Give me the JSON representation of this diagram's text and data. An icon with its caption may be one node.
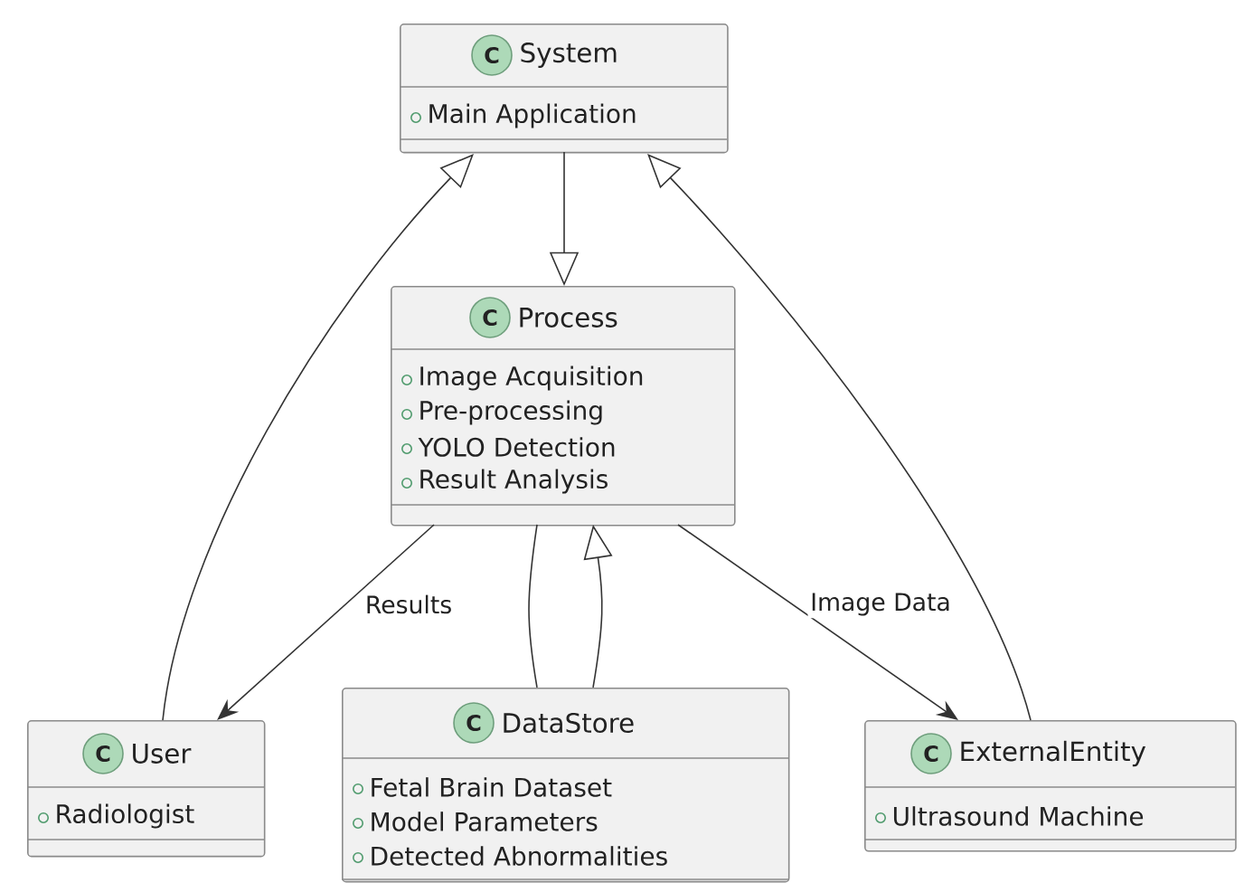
{
  "diagram": {
    "nodes": [
      {
        "text": [
          "C",
          "System",
          "Main Application"
        ]
      },
      {
        "text": [
          "C",
          "Process",
          "Image Acquisition",
          "Pre-processing",
          "YOLO Detection",
          "Result Analysis"
        ]
      },
      {
        "text": [
          "C",
          "User",
          "Radiologist"
        ]
      },
      {
        "text": [
          "C",
          "DataStore",
          "Fetal Brain Dataset",
          "Model Parameters",
          "Detected Abnormalities"
        ]
      },
      {
        "text": [
          "C",
          "ExternalEntity",
          "Ultrasound Machine"
        ]
      }
    ],
    "edges": [
      {
        "from": 0,
        "to": 1,
        "arrow": "to"
      },
      {
        "from": 2,
        "to": 0,
        "arrow": "to"
      },
      {
        "from": 4,
        "to": 0,
        "arrow": "to"
      },
      {
        "from": 1,
        "to": 2,
        "arrow": "to",
        "label": "Results"
      },
      {
        "from": 1,
        "to": 4,
        "arrow": "to",
        "label": "Image Data"
      },
      {
        "from": 1,
        "to": 3,
        "arrow": "none"
      },
      {
        "from": 3,
        "to": 1,
        "arrow": "to"
      }
    ]
  }
}
